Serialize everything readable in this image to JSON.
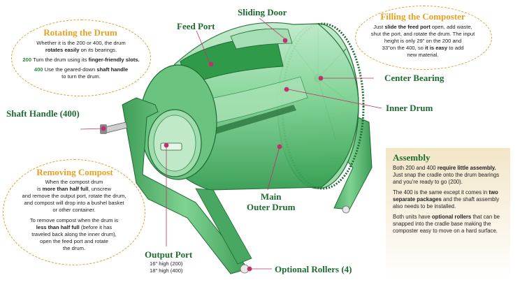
{
  "labels": {
    "sliding_door": "Sliding Door",
    "feed_port": "Feed Port",
    "center_bearing": "Center Bearing",
    "inner_drum": "Inner Drum",
    "shaft_handle": "Shaft Handle (400)",
    "main_outer_drum": "Main Outer Drum",
    "output_port": "Output Port",
    "output_port_200": "16\" high (200)",
    "output_port_400": "18\" high (400)",
    "optional_rollers": "Optional Rollers (4)"
  },
  "rotating": {
    "title": "Rotating the Drum",
    "p1_a": "Whether it is the 200 or 400, the drum",
    "p1_b": "rotates easily",
    "p1_c": "on its bearings.",
    "p2_num": "200",
    "p2_a": "Turn the drum using its",
    "p2_b": "finger-friendly slots.",
    "p3_num": "400",
    "p3_a": "Use the geared-down",
    "p3_b": "shaft handle",
    "p3_c": "to turn the drum."
  },
  "filling": {
    "title": "Filling the Composter",
    "l1_a": "Just",
    "l1_b": "slide the feed port",
    "l1_c": "open, add waste,",
    "l2": "shut the port, and rotate the drum. The input",
    "l3": "height is only 29\" on the 200 and",
    "l4_a": "33\"on the 400, so",
    "l4_b": "it is easy",
    "l4_c": "to add",
    "l5": "new material."
  },
  "removing": {
    "title": "Removing Compost",
    "a1": "When the compost drum",
    "a2_a": "is",
    "a2_b": "more than half full",
    "a2_c": ", unscrew",
    "a3": "and remove the output port, rotate the drum,",
    "a4": "and compost will drop into a bushel basket",
    "a5": "or other container.",
    "b1": "To remove compost when the drum is",
    "b2_a": "less than half full",
    "b2_b": "(before it has",
    "b3": "traveled back along the inner drum),",
    "b4": "open the feed port and rotate",
    "b5": "the drum."
  },
  "assembly": {
    "title": "Assembly",
    "p1_a": "Both 200 and 400",
    "p1_b": "require little assembly.",
    "p1_c": "Just snap the cradle onto the drum bearings and you're ready to go (200).",
    "p2_a": "The 400 is the same except it comes in",
    "p2_b": "two separate packages",
    "p2_c": "and the shaft assembly also needs to be installed.",
    "p3_a": "Both units have",
    "p3_b": "optional rollers",
    "p3_c": "that can be snapped into the cradle base making the composter easy to move on a hard surface."
  },
  "colors": {
    "drum_green": "#6fcf84",
    "dark_green": "#1e6b2f",
    "accent_orange": "#e8a020",
    "leader": "#c0306a"
  }
}
